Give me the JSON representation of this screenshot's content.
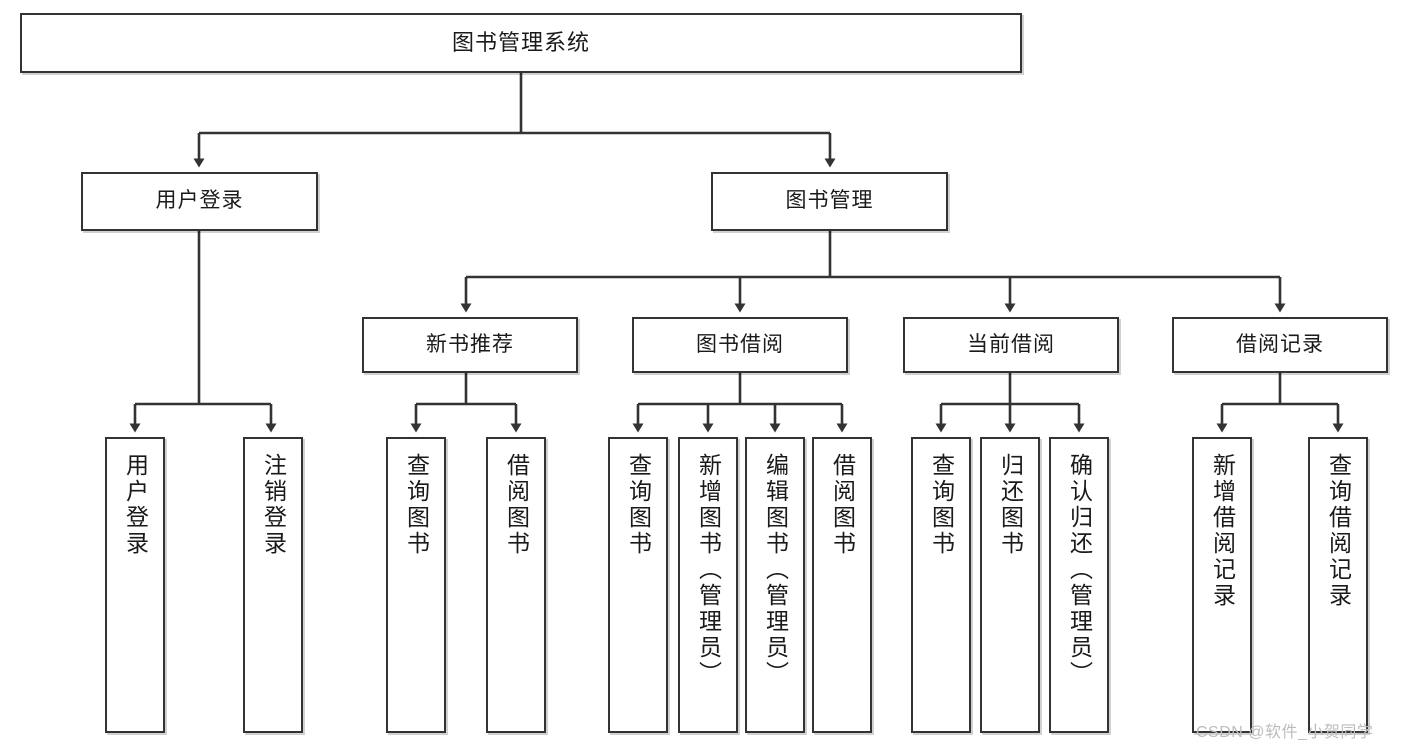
{
  "diagram": {
    "title": "图书管理系统",
    "type": "tree",
    "colors": {
      "stroke": "#333333",
      "fill": "#ffffff",
      "text": "#1a1a1a",
      "watermark": "#bdbdbd"
    },
    "nodes": {
      "root": {
        "label": "图书管理系统"
      },
      "level2": [
        {
          "id": "user-login",
          "label": "用户登录"
        },
        {
          "id": "book-manage",
          "label": "图书管理"
        }
      ],
      "level3": [
        {
          "id": "new-book-recommend",
          "label": "新书推荐"
        },
        {
          "id": "book-borrow",
          "label": "图书借阅"
        },
        {
          "id": "current-borrow",
          "label": "当前借阅"
        },
        {
          "id": "borrow-record",
          "label": "借阅记录"
        }
      ],
      "leaves": {
        "user_login": [
          {
            "id": "leaf-user-login",
            "label": "用户登录"
          },
          {
            "id": "leaf-user-logout",
            "label": "注销登录"
          }
        ],
        "new_book_recommend": [
          {
            "id": "leaf-query-book-1",
            "label": "查询图书"
          },
          {
            "id": "leaf-borrow-book-1",
            "label": "借阅图书"
          }
        ],
        "book_borrow": [
          {
            "id": "leaf-query-book-2",
            "label": "查询图书"
          },
          {
            "id": "leaf-add-book",
            "label": "新增图书（管理员）"
          },
          {
            "id": "leaf-edit-book",
            "label": "编辑图书（管理员）"
          },
          {
            "id": "leaf-borrow-book-2",
            "label": "借阅图书"
          }
        ],
        "current_borrow": [
          {
            "id": "leaf-query-book-3",
            "label": "查询图书"
          },
          {
            "id": "leaf-return-book",
            "label": "归还图书"
          },
          {
            "id": "leaf-confirm-return",
            "label": "确认归还（管理员）"
          }
        ],
        "borrow_record": [
          {
            "id": "leaf-add-record",
            "label": "新增借阅记录"
          },
          {
            "id": "leaf-query-record",
            "label": "查询借阅记录"
          }
        ]
      }
    },
    "watermark": "CSDN @软件_小贺同学"
  }
}
